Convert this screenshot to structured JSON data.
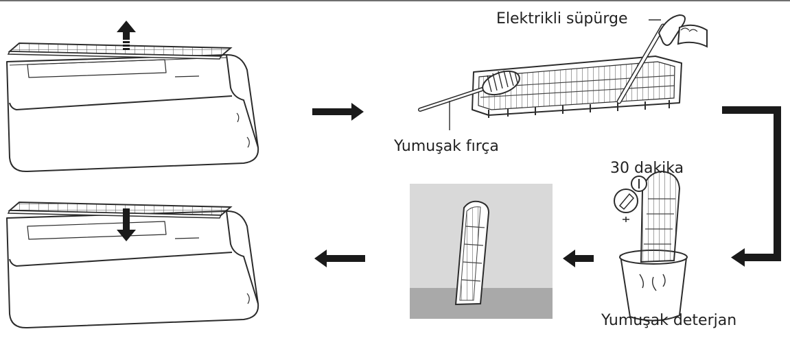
{
  "labels": {
    "vacuum": "Elektrikli süpürge",
    "brush": "Yumuşak fırça",
    "soak_time": "30 dakika",
    "detergent": "Yumuşak deterjan"
  },
  "colors": {
    "line": "#2b2b2b",
    "arrow": "#1a1a1a",
    "dry_backdrop": "#d9d9d9",
    "dry_floor": "#a9a9a9",
    "background": "#ffffff"
  },
  "icons": [
    "arrow-up-icon",
    "arrow-down-icon",
    "arrow-right-icon",
    "arrow-left-icon",
    "elbow-arrow-icon",
    "timer-icon",
    "detergent-bottle-icon"
  ]
}
